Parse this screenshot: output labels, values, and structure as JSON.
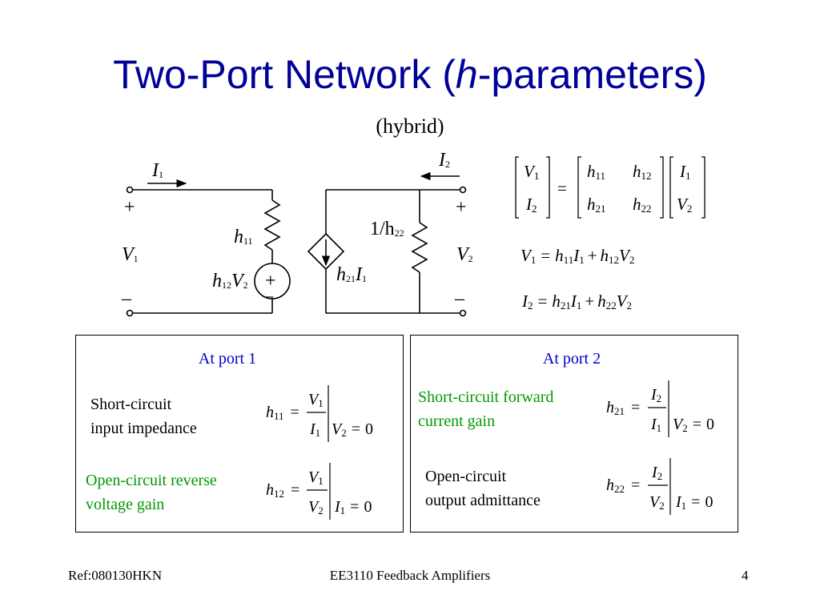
{
  "title": {
    "main": "Two-Port Network (",
    "italic": "h",
    "rest": "-parameters)"
  },
  "subtitle": "(hybrid)",
  "circuit": {
    "labels": {
      "i1": "I",
      "i1_sub": "1",
      "i2": "I",
      "i2_sub": "2",
      "plus_left": "+",
      "minus_left": "–",
      "v1": "V",
      "v1_sub": "1",
      "h11": "h",
      "h11_sub": "11",
      "h12v2": "h",
      "h12v2_sub": "12",
      "h12v2_v": "V",
      "h12v2_vsub": "2",
      "plus_right": "+",
      "minus_right": "–",
      "v2": "V",
      "v2_sub": "2",
      "inv_h22": "1/h",
      "inv_h22_sub": "22",
      "h21i1": "h",
      "h21i1_sub": "21",
      "h21i1_i": "I",
      "h21i1_isub": "1",
      "src_plus": "+",
      "src_minus": "–"
    }
  },
  "equations": {
    "matrix": {
      "lhs": [
        "V",
        "I"
      ],
      "lhs_sub": [
        "1",
        "2"
      ],
      "eq": "=",
      "h": [
        "h",
        "h",
        "h",
        "h"
      ],
      "h_sub": [
        "11",
        "12",
        "21",
        "22"
      ],
      "rhs": [
        "I",
        "V"
      ],
      "rhs_sub": [
        "1",
        "2"
      ]
    },
    "eq1": {
      "lhs": "V",
      "lhs_sub": "1",
      "eq": "=",
      "t1": "h",
      "t1_sub": "11",
      "t1v": "I",
      "t1v_sub": "1",
      "plus": "+",
      "t2": "h",
      "t2_sub": "12",
      "t2v": "V",
      "t2v_sub": "2"
    },
    "eq2": {
      "lhs": "I",
      "lhs_sub": "2",
      "eq": "=",
      "t1": "h",
      "t1_sub": "21",
      "t1v": "I",
      "t1v_sub": "1",
      "plus": "+",
      "t2": "h",
      "t2_sub": "22",
      "t2v": "V",
      "t2v_sub": "2"
    }
  },
  "port1": {
    "heading": "At port 1",
    "h11": {
      "desc1": "Short-circuit",
      "desc2": "input impedance",
      "h": "h",
      "h_sub": "11",
      "eq": "=",
      "num": "V",
      "num_sub": "1",
      "den": "I",
      "den_sub": "1",
      "cond": "V",
      "cond_sub": "2",
      "cond_eq": "=",
      "cond_val": "0"
    },
    "h12": {
      "desc1": "Open-circuit reverse",
      "desc2": "voltage gain",
      "h": "h",
      "h_sub": "12",
      "eq": "=",
      "num": "V",
      "num_sub": "1",
      "den": "V",
      "den_sub": "2",
      "cond": "I",
      "cond_sub": "1",
      "cond_eq": "=",
      "cond_val": "0"
    }
  },
  "port2": {
    "heading": "At port 2",
    "h21": {
      "desc1": "Short-circuit forward",
      "desc2": "current gain",
      "h": "h",
      "h_sub": "21",
      "eq": "=",
      "num": "I",
      "num_sub": "2",
      "den": "I",
      "den_sub": "1",
      "cond": "V",
      "cond_sub": "2",
      "cond_eq": "=",
      "cond_val": "0"
    },
    "h22": {
      "desc1": "Open-circuit",
      "desc2": "output admittance",
      "h": "h",
      "h_sub": "22",
      "eq": "=",
      "num": "I",
      "num_sub": "2",
      "den": "V",
      "den_sub": "2",
      "cond": "I",
      "cond_sub": "1",
      "cond_eq": "=",
      "cond_val": "0"
    }
  },
  "footer": {
    "left": "Ref:080130HKN",
    "center": "EE3110 Feedback Amplifiers",
    "right": "4"
  },
  "colors": {
    "title": "#000099",
    "heading": "#0000cc",
    "green_text": "#009900"
  }
}
